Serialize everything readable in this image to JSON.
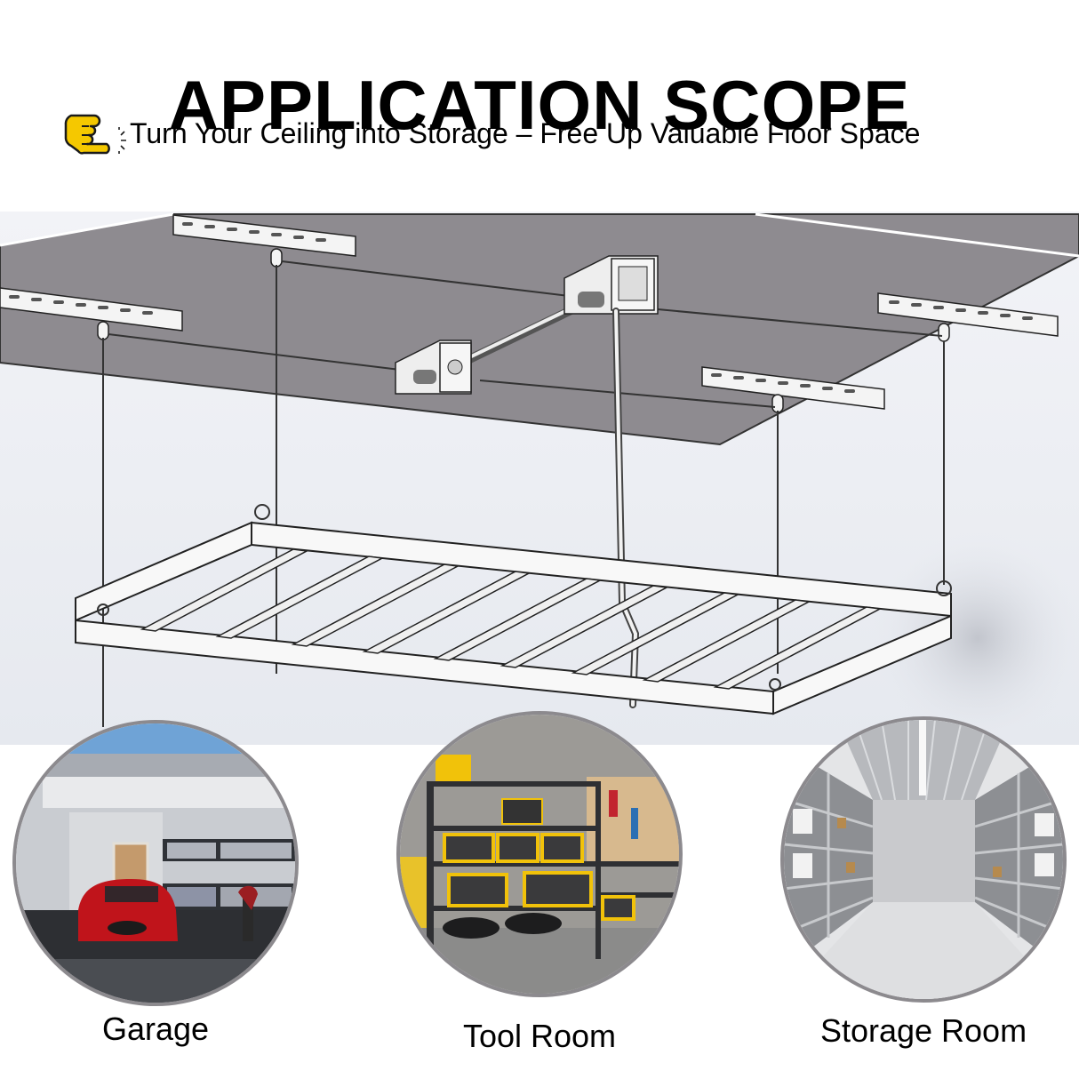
{
  "header": {
    "title": "APPLICATION SCOPE",
    "subtitle": "Turn Your Ceiling into Storage – Free Up Valuable Floor Space",
    "subtitle_icon": "pointing-hand-icon",
    "accent_color": "#F5C800"
  },
  "illustration": {
    "subject": "overhead-ceiling-storage-rack",
    "ceiling_color": "#8E8B90",
    "background_color": "#EEF0F4",
    "components": [
      "ceiling-mount-bracket",
      "pulley",
      "cable",
      "crank-gearbox",
      "drive-shaft",
      "crank-handle",
      "rack-frame",
      "rack-slats",
      "eye-bolt"
    ]
  },
  "applications": [
    {
      "label": "Garage",
      "image": "garage-with-red-car-and-motorcycle"
    },
    {
      "label": "Tool Room",
      "image": "tool-room-shelves-with-bins"
    },
    {
      "label": "Storage Room",
      "image": "storage-room-aisle-with-shelving"
    }
  ]
}
